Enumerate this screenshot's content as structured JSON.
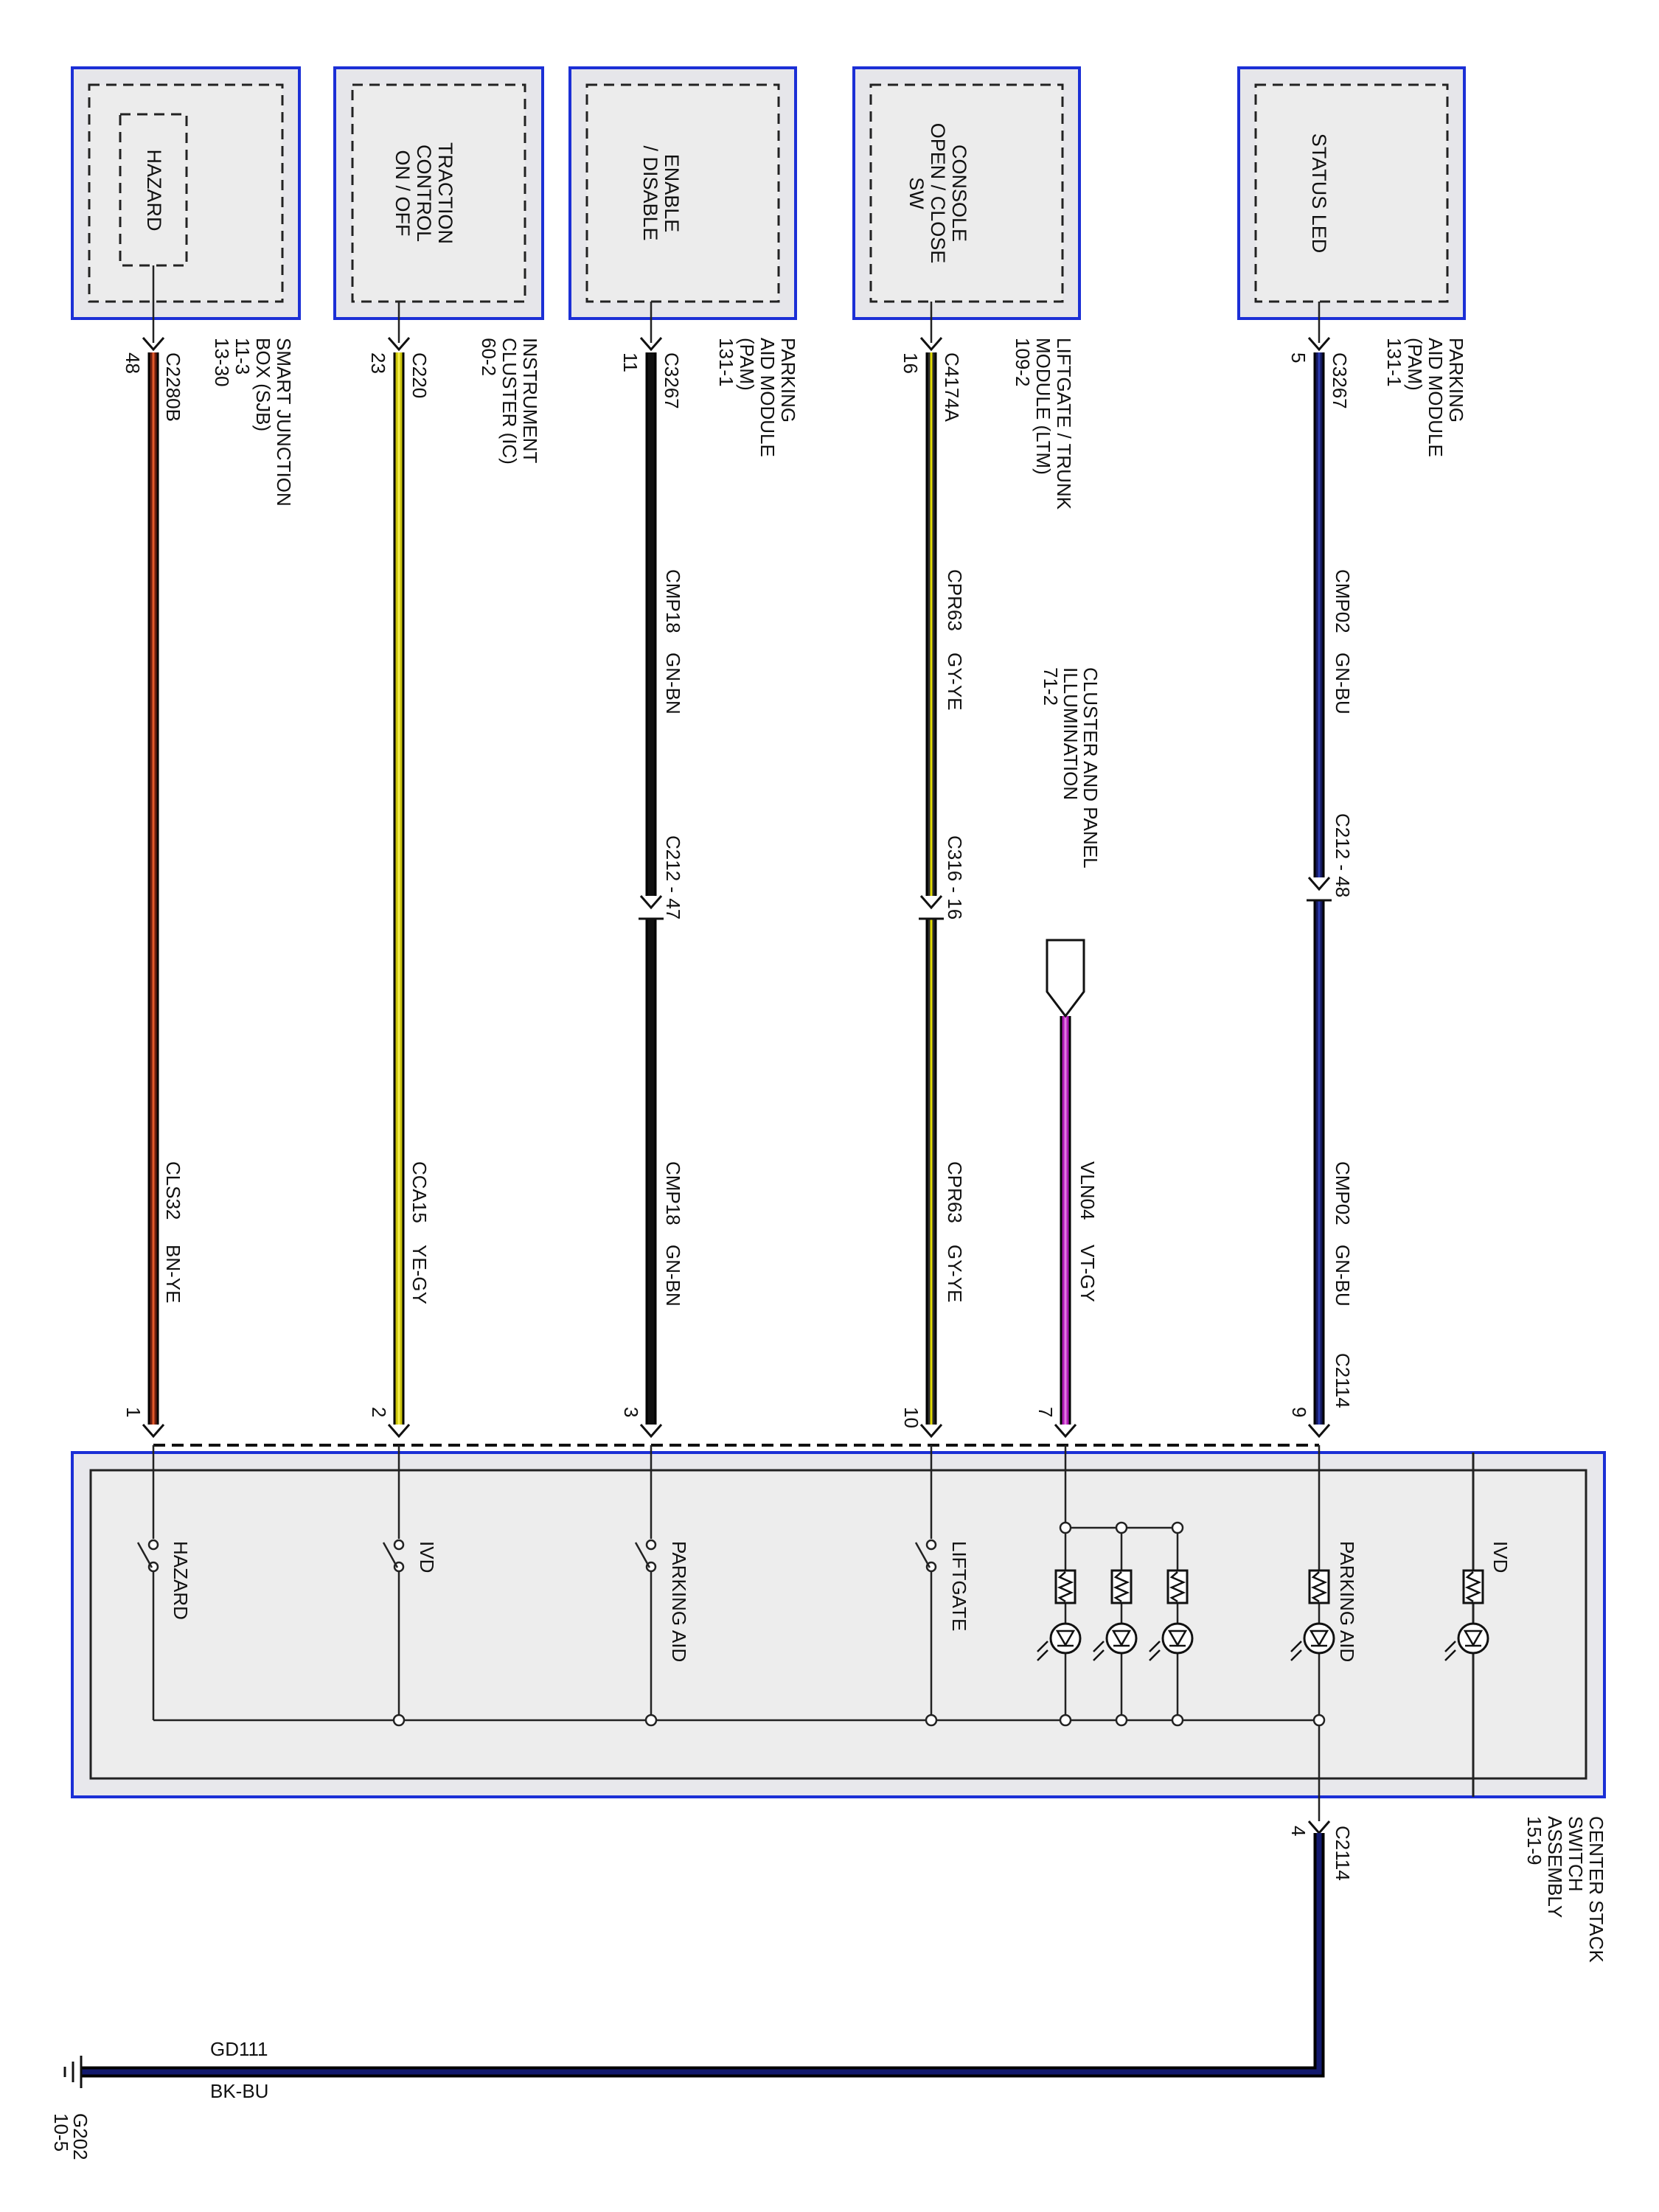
{
  "modules": [
    {
      "box_label": "HAZARD",
      "pin": "48",
      "connector": "C2280B",
      "module": [
        "SMART JUNCTION",
        "BOX (SJB)",
        "11-3",
        "13-30"
      ]
    },
    {
      "box_label": "TRACTION CONTROL ON / OFF",
      "box_lines": [
        "TRACTION",
        "CONTROL",
        "ON / OFF"
      ],
      "pin": "23",
      "connector": "C220",
      "module": [
        "INSTRUMENT",
        "CLUSTER (IC)",
        "60-2"
      ]
    },
    {
      "box_label": "ENABLE / DISABLE",
      "box_lines": [
        "ENABLE",
        "/ DISABLE"
      ],
      "pin": "11",
      "connector": "C3267",
      "module": [
        "PARKING",
        "AID MODULE",
        "(PAM)",
        "131-1"
      ]
    },
    {
      "box_label": "CONSOLE OPEN / CLOSE SW",
      "box_lines": [
        "CONSOLE",
        "OPEN / CLOSE",
        "SW"
      ],
      "pin": "16",
      "connector": "C4174A",
      "module": [
        "LIFTGATE / TRUNK",
        "MODULE (LTM)",
        "109-2"
      ]
    },
    {
      "box_label": "STATUS LED",
      "pin": "5",
      "connector": "C3267",
      "module": [
        "PARKING",
        "AID MODULE",
        "(PAM)",
        "131-1"
      ]
    }
  ],
  "wires": [
    {
      "circuit": "CLS32",
      "color_code": "BN-YE",
      "end_pin": "1",
      "colors": [
        "#6b1e10",
        "#e3592a"
      ]
    },
    {
      "circuit": "CCA15",
      "color_code": "YE-GY",
      "end_pin": "2",
      "colors": [
        "#c9c20a",
        "#f6f04a"
      ]
    },
    {
      "circuit_a": "CMP18",
      "color_code_a": "GN-BN",
      "inline": "C212 - 47",
      "circuit": "CMP18",
      "color_code": "GN-BN",
      "end_pin": "3",
      "colors": [
        "#111111",
        "#111111"
      ]
    },
    {
      "circuit_a": "CPR63",
      "color_code_a": "GY-YE",
      "inline": "C316 - 16",
      "circuit": "CPR63",
      "color_code": "GY-YE",
      "end_pin": "10",
      "colors": [
        "#2a2a2a",
        "#e0d900"
      ]
    },
    {
      "circuit": "VLN04",
      "color_code": "VT-GY",
      "end_pin": "7",
      "colors": [
        "#b01ab5",
        "#e07be0"
      ]
    },
    {
      "circuit_a": "CMP02",
      "color_code_a": "GN-BU",
      "inline": "C212 - 48",
      "circuit": "CMP02",
      "color_code": "GN-BU",
      "end_pin": "9",
      "end_connector": "C2114",
      "colors": [
        "#14185a",
        "#2b3bb0"
      ]
    }
  ],
  "illumination": [
    "CLUSTER AND PANEL",
    "ILLUMINATION",
    "71-2"
  ],
  "assembly": {
    "lines": [
      "CENTER STACK",
      "SWITCH",
      "ASSEMBLY",
      "151-9"
    ],
    "switch_labels": [
      "HAZARD",
      "IVD",
      "PARKING AID",
      "LIFTGATE"
    ],
    "led_labels": [
      "PARKING AID",
      "IVD"
    ],
    "ground_connector": "C2114",
    "ground_pin": "4"
  },
  "ground": {
    "circuit": "GD111",
    "color_code": "BK-BU",
    "point": [
      "G202",
      "10-5"
    ]
  }
}
